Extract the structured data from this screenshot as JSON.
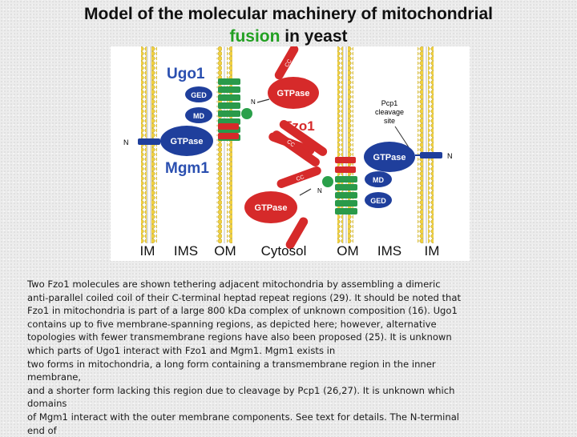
{
  "title": {
    "line1": "Model of the molecular machinery of mitochondrial",
    "highlight": "fusion",
    "rest": " in yeast",
    "highlight_color": "#22a022"
  },
  "figure": {
    "labels": {
      "ugo1": "Ugo1",
      "fzo1": "Fzo1",
      "mgm1": "Mgm1",
      "gtpase": "GTPase",
      "ged": "GED",
      "md": "MD",
      "cc": "CC",
      "n": "N",
      "pcp1_line1": "Pcp1",
      "pcp1_line2": "cleavage",
      "pcp1_line3": "site"
    },
    "compartments": [
      "IM",
      "IMS",
      "OM",
      "Cytosol",
      "OM",
      "IMS",
      "IM"
    ],
    "colors": {
      "ugo1": "#2a9a4a",
      "fzo1": "#d62a2a",
      "mgm1": "#1f3f9c",
      "membrane_head": "#f0d040",
      "label_blue": "#2a4fb0",
      "label_red": "#d62a2a"
    }
  },
  "caption": {
    "lines": [
      " Two Fzo1 molecules are shown tethering adjacent mitochondria by assembling a dimeric",
      "anti-parallel coiled coil of their C-terminal heptad repeat regions (29). It should be noted that",
      "Fzo1 in mitochondria is part of a large 800 kDa complex of unknown composition (16). Ugo1",
      "contains up to five membrane-spanning regions, as depicted here; however, alternative",
      "topologies with fewer transmembrane regions have also been proposed (25). It is unknown",
      "which parts of Ugo1 interact with Fzo1 and Mgm1. Mgm1 exists in",
      "two forms in mitochondria, a long form containing a transmembrane region in the inner",
      "membrane,",
      "and a shorter form lacking this region due to cleavage by Pcp1 (26,27). It is unknown which",
      "domains",
      "of Mgm1 interact with the outer membrane components. See text for details. The N-terminal",
      "end of"
    ]
  }
}
